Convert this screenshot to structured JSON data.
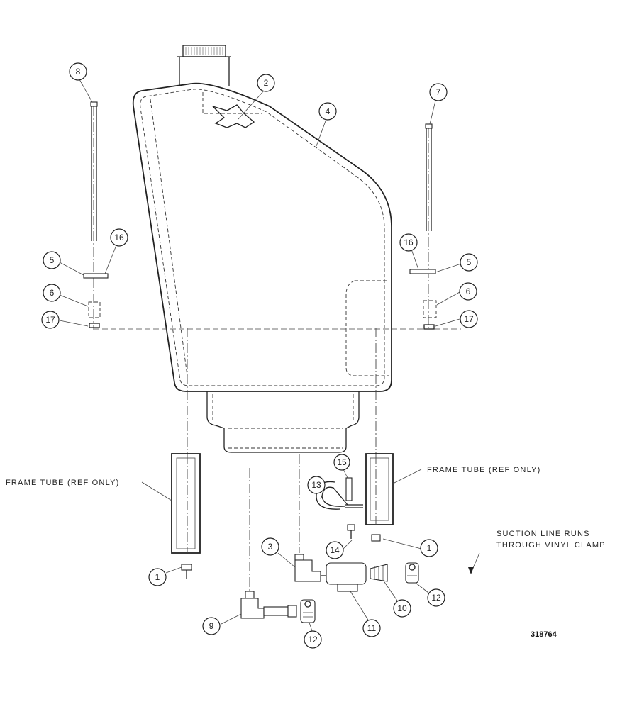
{
  "callouts": {
    "c8": "8",
    "c7": "7",
    "c2": "2",
    "c4": "4",
    "c5_left": "5",
    "c16_left": "16",
    "c6_left": "6",
    "c17_left": "17",
    "c16_right": "16",
    "c5_right": "5",
    "c6_right": "6",
    "c17_right": "17",
    "c15": "15",
    "c13": "13",
    "c14": "14",
    "c1_mid": "1",
    "c1_left": "1",
    "c3": "3",
    "c10": "10",
    "c12_right": "12",
    "c9": "9",
    "c11": "11",
    "c12_bottom": "12"
  },
  "notes": {
    "frame_tube_left": "FRAME TUBE (REF ONLY)",
    "frame_tube_right": "FRAME TUBE (REF ONLY)",
    "suction_line_1": "SUCTION LINE RUNS",
    "suction_line_2": "THROUGH VINYL CLAMP"
  },
  "figure_number": "318764"
}
